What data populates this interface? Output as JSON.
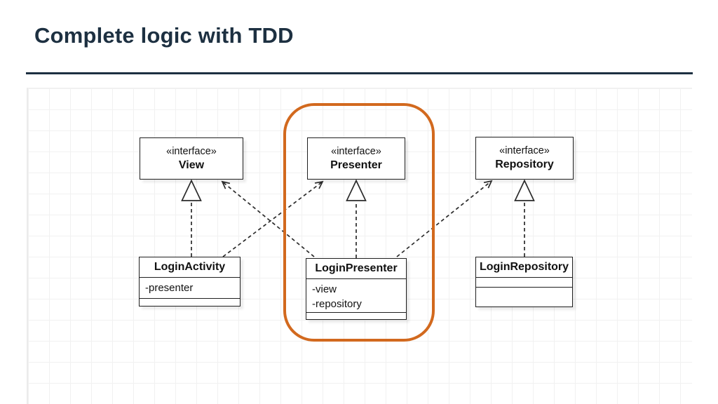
{
  "slide": {
    "title": "Complete logic with TDD"
  },
  "colors": {
    "dark": "#1d3041",
    "highlight": "#d2691e",
    "box-border": "#1f1f1f",
    "arrow": "#2b2b2b",
    "grid-line": "#f1f1f1",
    "canvas-bg": "#ffffff"
  },
  "diagram": {
    "interfaces": [
      {
        "stereotype": "«interface»",
        "name": "View"
      },
      {
        "stereotype": "«interface»",
        "name": "Presenter"
      },
      {
        "stereotype": "«interface»",
        "name": "Repository"
      }
    ],
    "classes": [
      {
        "name": "LoginActivity",
        "attributes": [
          "-presenter"
        ]
      },
      {
        "name": "LoginPresenter",
        "attributes": [
          "-view",
          "-repository"
        ]
      },
      {
        "name": "LoginRepository",
        "attributes": []
      }
    ],
    "relationships": [
      {
        "from": "LoginActivity",
        "to": "View",
        "type": "realization"
      },
      {
        "from": "LoginPresenter",
        "to": "Presenter",
        "type": "realization"
      },
      {
        "from": "LoginRepository",
        "to": "Repository",
        "type": "realization"
      },
      {
        "from": "LoginActivity",
        "to": "Presenter",
        "type": "dependency"
      },
      {
        "from": "LoginPresenter",
        "to": "View",
        "type": "dependency"
      },
      {
        "from": "LoginPresenter",
        "to": "Repository",
        "type": "dependency"
      }
    ],
    "highlight_around": [
      "Presenter",
      "LoginPresenter"
    ]
  }
}
